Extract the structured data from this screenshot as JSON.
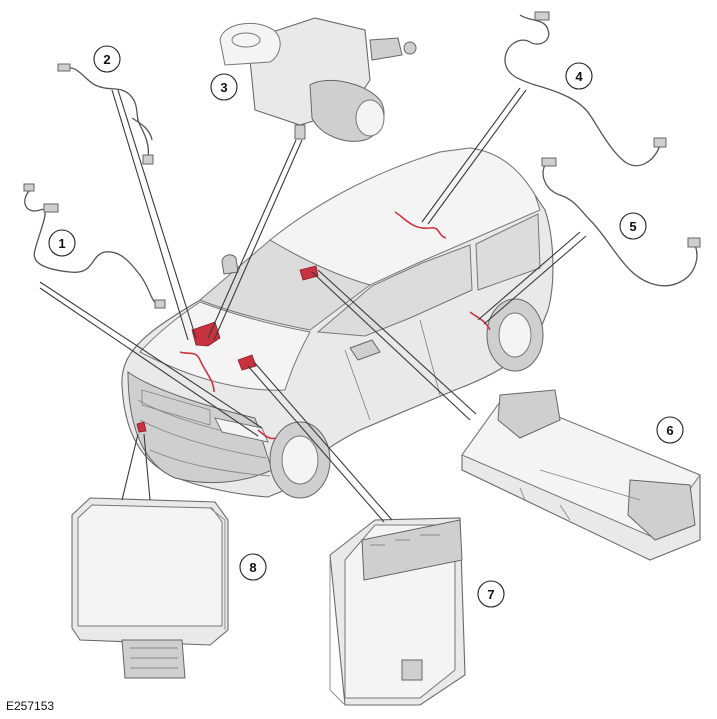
{
  "figure": {
    "reference_id": "E257153",
    "callouts": [
      {
        "id": 1,
        "label": "1"
      },
      {
        "id": 2,
        "label": "2"
      },
      {
        "id": 3,
        "label": "3"
      },
      {
        "id": 4,
        "label": "4"
      },
      {
        "id": 5,
        "label": "5"
      },
      {
        "id": 6,
        "label": "6"
      },
      {
        "id": 7,
        "label": "7"
      },
      {
        "id": 8,
        "label": "8"
      }
    ]
  },
  "colors": {
    "highlight": "#c8323f",
    "component_fill": "#e9e9e9",
    "outline": "#6a6a6a"
  }
}
